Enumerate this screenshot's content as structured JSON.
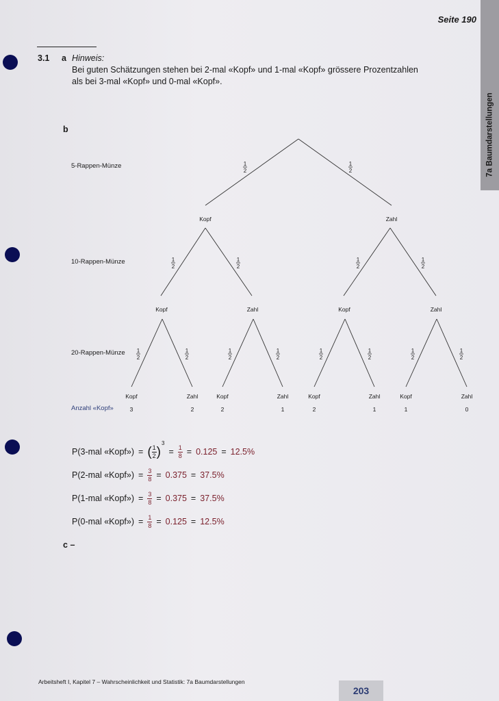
{
  "header": {
    "page_ref": "Seite 190",
    "chapter_tab": "7a Baumdarstellungen"
  },
  "exercise": {
    "number": "3.1",
    "part_a": {
      "label": "a",
      "hint_title": "Hinweis:",
      "lines": [
        "Bei guten Schätzungen stehen bei 2-mal «Kopf» und 1-mal «Kopf» grössere Prozentzahlen",
        "als bei 3-mal «Kopf» und 0-mal «Kopf»."
      ]
    },
    "part_b": {
      "label": "b",
      "row_labels": [
        "5-Rappen-Münze",
        "10-Rappen-Münze",
        "20-Rappen-Münze"
      ],
      "count_label": "Anzahl «Kopf»",
      "branch_prob": "1/2",
      "level1": [
        "Kopf",
        "Zahl"
      ],
      "level2": [
        "Kopf",
        "Zahl",
        "Kopf",
        "Zahl"
      ],
      "leaves": [
        "Kopf",
        "Zahl",
        "Kopf",
        "Zahl",
        "Kopf",
        "Zahl",
        "Kopf",
        "Zahl"
      ],
      "counts": [
        "3",
        "2",
        "2",
        "1",
        "2",
        "1",
        "1",
        "0"
      ],
      "probabilities": [
        {
          "label": "P(3-mal «Kopf»)",
          "power_base": "1/2",
          "exponent": "3",
          "fraction": "1/8",
          "decimal": "0.125",
          "percent": "12.5%"
        },
        {
          "label": "P(2-mal «Kopf»)",
          "fraction": "3/8",
          "decimal": "0.375",
          "percent": "37.5%"
        },
        {
          "label": "P(1-mal «Kopf»)",
          "fraction": "3/8",
          "decimal": "0.375",
          "percent": "37.5%"
        },
        {
          "label": "P(0-mal «Kopf»)",
          "fraction": "1/8",
          "decimal": "0.125",
          "percent": "12.5%"
        }
      ]
    },
    "part_c": {
      "label": "c",
      "answer": "–"
    }
  },
  "footer": {
    "text": "Arbeitsheft I, Kapitel 7 – Wahrscheinlichkeit und Statistik: 7a Baumdarstellungen",
    "page_number": "203"
  },
  "colors": {
    "punch_hole": "#0a0e54",
    "answer": "#7a1f2b",
    "count_label": "#2f3f7a",
    "side_tab": "#9d9ca1"
  }
}
